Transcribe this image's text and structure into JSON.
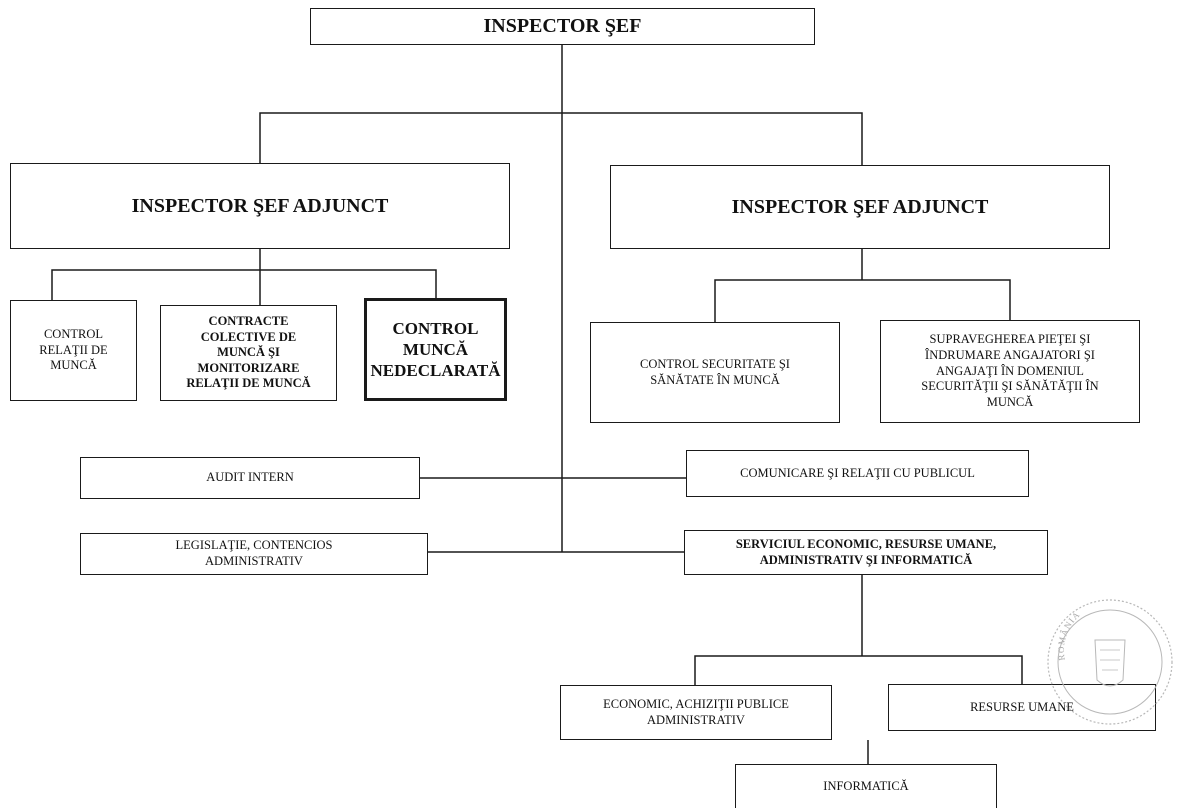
{
  "diagram": {
    "header_fragment": "",
    "nodes": {
      "inspector_sef": "INSPECTOR ŞEF",
      "adjunct_left": "INSPECTOR ŞEF ADJUNCT",
      "adjunct_right": "INSPECTOR ŞEF ADJUNCT",
      "control_relatii": "CONTROL\nRELAŢII DE\nMUNCĂ",
      "contracte_colective": "CONTRACTE\nCOLECTIVE DE\nMUNCĂ ŞI\nMONITORIZARE\nRELAŢII DE MUNCĂ",
      "control_nedeclarata": "CONTROL\nMUNCĂ\nNEDECLARATĂ",
      "control_securitate": "CONTROL SECURITATE  ŞI\nSĂNĂTATE  ÎN MUNCĂ",
      "supravegherea_pietei": "SUPRAVEGHEREA PIEŢEI ŞI\nÎNDRUMARE ANGAJATORI ŞI\nANGAJAŢI ÎN  DOMENIUL\nSECURITĂŢII ŞI SĂNĂTĂŢII ÎN\nMUNCĂ",
      "audit_intern": "AUDIT INTERN",
      "comunicare": "COMUNICARE ŞI RELAŢII CU PUBLICUL",
      "legislatie": "LEGISLAŢIE, CONTENCIOS\nADMINISTRATIV",
      "serviciul_economic": "SERVICIUL ECONOMIC, RESURSE UMANE,\nADMINISTRATIV ŞI INFORMATICĂ",
      "economic_achizitii": "ECONOMIC, ACHIZIŢII PUBLICE\nADMINISTRATIV",
      "resurse_umane": "RESURSE UMANE",
      "informatica": "INFORMATICĂ"
    },
    "stamp_text": "ROMÂNIA"
  }
}
